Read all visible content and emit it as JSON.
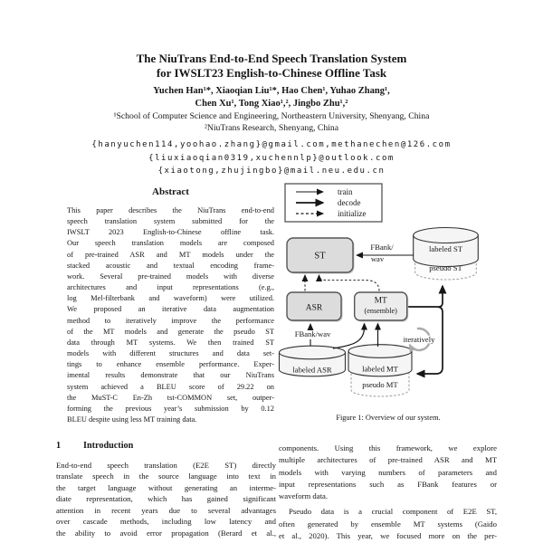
{
  "header": {
    "title_lines": [
      "The NiuTrans End-to-End Speech Translation System",
      "for IWSLT23 English-to-Chinese Offline Task"
    ],
    "author_lines": [
      "Yuchen Han¹*, Xiaoqian Liu¹*, Hao Chen¹, Yuhao Zhang¹,",
      "Chen Xu¹, Tong Xiao¹,², Jingbo Zhu¹,²"
    ],
    "affiliation_lines": [
      "¹School of Computer Science and Engineering, Northeastern University, Shenyang, China",
      "²NiuTrans Research, Shenyang, China"
    ],
    "email_lines": [
      "{hanyuchen114,yoohao.zhang}@gmail.com,methanechen@126.com",
      "{liuxiaoqian0319,xuchennlp}@outlook.com",
      "{xiaotong,zhujingbo}@mail.neu.edu.cn"
    ]
  },
  "abstract": {
    "heading": "Abstract",
    "lines": [
      "This paper describes the NiuTrans end-to-end",
      "speech translation system submitted for the",
      "IWSLT 2023 English-to-Chinese offline task.",
      "Our speech translation models are composed",
      "of pre-trained ASR and MT models under the",
      "stacked acoustic and textual encoding frame-",
      "work. Several pre-trained models with diverse",
      "architectures and input representations (e.g.,",
      "log Mel-filterbank and waveform) were utilized.",
      "We proposed an iterative data augmentation",
      "method to iteratively improve the performance",
      "of the MT models and generate the pseudo ST",
      "data through MT systems. We then trained ST",
      "models with different structures and data set-",
      "tings to enhance ensemble performance. Exper-",
      "imental results demonstrate that our NiuTrans",
      "system achieved a BLEU score of 29.22 on",
      "the MuST-C En-Zh tst-COMMON set, outper-",
      "forming the previous year’s submission by 0.12",
      "BLEU despite using less MT training data."
    ]
  },
  "intro": {
    "number": "1",
    "title": "Introduction",
    "lines": [
      "End-to-end speech translation (E2E ST) directly",
      "translate speech in the source language into text in",
      "the target language without generating an interme-",
      "diate representation, which has gained significant",
      "attention in recent years due to several advantages",
      "over cascade methods, including low latency and",
      "the ability to avoid error propagation (Berard et al.,"
    ]
  },
  "right_column": {
    "para1_lines": [
      "components.  Using this framework, we explore",
      "multiple architectures of pre-trained ASR and MT",
      "models with varying numbers of parameters and",
      "input representations such as FBank features or",
      "waveform data."
    ],
    "para2_lines": [
      "Pseudo data is a crucial component of E2E ST,",
      "often generated by ensemble MT systems (Gaido",
      "et al., 2020). This year, we focused more on the per-"
    ],
    "figure_caption": "Figure 1: Overview of our system."
  },
  "figure": {
    "legend": {
      "train": "train",
      "decode": "decode",
      "initialize": "initialize"
    },
    "boxes": {
      "st": "ST",
      "asr": "ASR",
      "mt_line1": "MT",
      "mt_line2": "(ensemble)"
    },
    "cylinders": {
      "labeled_st": "labeled ST",
      "pseudo_st": "pseudo ST",
      "labeled_asr": "labeled ASR",
      "labeled_mt": "labeled MT",
      "pseudo_mt": "pseudo MT"
    },
    "edge_labels": {
      "fbank_wav_line1": "FBank/",
      "fbank_wav_line2": "wav",
      "fbank_wav": "FBank/wav",
      "iteratively": "iteratively"
    },
    "colors": {
      "box_fill": "#dcdcdc",
      "mt_fill": "#ececec",
      "cylinder_fill": "#f5f5f5",
      "pseudo_fill": "#fcfcfc",
      "border": "#555555",
      "pseudo_stroke": "#999999",
      "iterate_gray": "#aaaaaa",
      "ink": "#161616"
    }
  }
}
